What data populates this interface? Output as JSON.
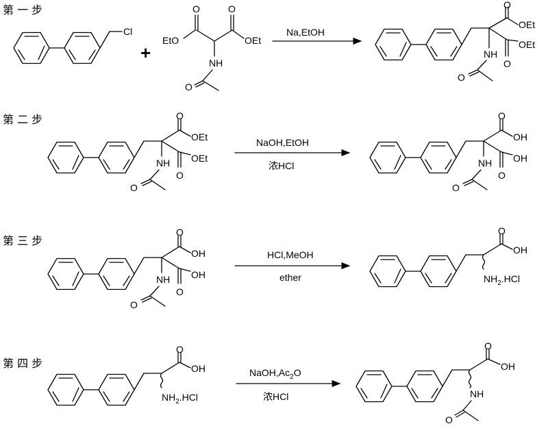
{
  "steps": [
    {
      "title": "第 一 步",
      "reagents_top": "Na,EtOH",
      "reagents_bottom": "",
      "labels": {
        "cl": "Cl",
        "eto1": "EtO",
        "oet1": "OEt",
        "nh1": "NH",
        "o1": "O",
        "o2": "O",
        "o3": "O",
        "p_oet_a": "OEt",
        "p_oet_b": "OEt",
        "p_nh": "NH",
        "p_o1": "O",
        "p_o2": "O",
        "p_o3": "O"
      }
    },
    {
      "title": "第 二 步",
      "reagents_top": "NaOH,EtOH",
      "reagents_bottom": "浓HCl",
      "labels": {
        "s_oet_a": "OEt",
        "s_oet_b": "OEt",
        "s_nh": "NH",
        "s_o1": "O",
        "s_o2": "O",
        "s_o3": "O",
        "p_oh_a": "OH",
        "p_oh_b": "OH",
        "p_nh": "NH",
        "p_o1": "O",
        "p_o2": "O",
        "p_o3": "O"
      }
    },
    {
      "title": "第 三 步",
      "reagents_top": "HCl,MeOH",
      "reagents_bottom": "ether",
      "labels": {
        "s_oh_a": "OH",
        "s_oh_b": "OH",
        "s_nh": "NH",
        "s_o1": "O",
        "s_o2": "O",
        "s_o3": "O",
        "p_oh": "OH",
        "p_o": "O",
        "p_nh2": "NH",
        "p_sub": "2",
        "p_hcl": ".HCl"
      }
    },
    {
      "title": "第 四 步",
      "reagents_top": "NaOH,Ac",
      "reagents_top_sub": "2",
      "reagents_top_tail": "O",
      "reagents_bottom": "浓HCl",
      "labels": {
        "s_oh": "OH",
        "s_o": "O",
        "s_nh2": "NH",
        "s_sub": "2",
        "s_hcl": ".HCl",
        "p_oh": "OH",
        "p_o1": "O",
        "p_nh": "NH",
        "p_o2": "O"
      }
    }
  ],
  "plus_sign": "+"
}
